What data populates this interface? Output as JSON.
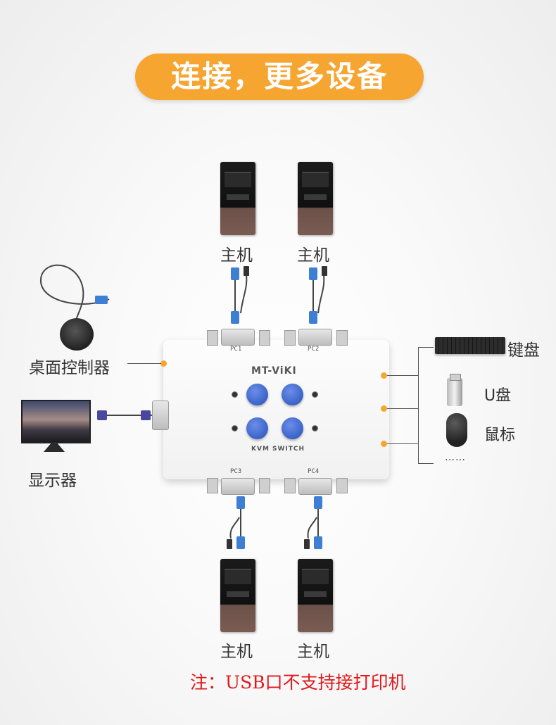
{
  "headline": "连接，更多设备",
  "host_label": "主机",
  "switch": {
    "brand": "MT-ViKI",
    "model_text": "KVM SWITCH",
    "ports": [
      "PC1",
      "PC2",
      "PC3",
      "PC4"
    ]
  },
  "left_devices": {
    "controller_label": "桌面控制器",
    "monitor_label": "显示器"
  },
  "right_devices": {
    "keyboard_label": "键盘",
    "usb_label": "U盘",
    "mouse_label": "鼠标",
    "more_label": "……"
  },
  "note": "注：USB口不支持接打印机",
  "colors": {
    "accent": "#f6a531",
    "note_red": "#e0191c",
    "button_blue": "#3a63c9"
  }
}
